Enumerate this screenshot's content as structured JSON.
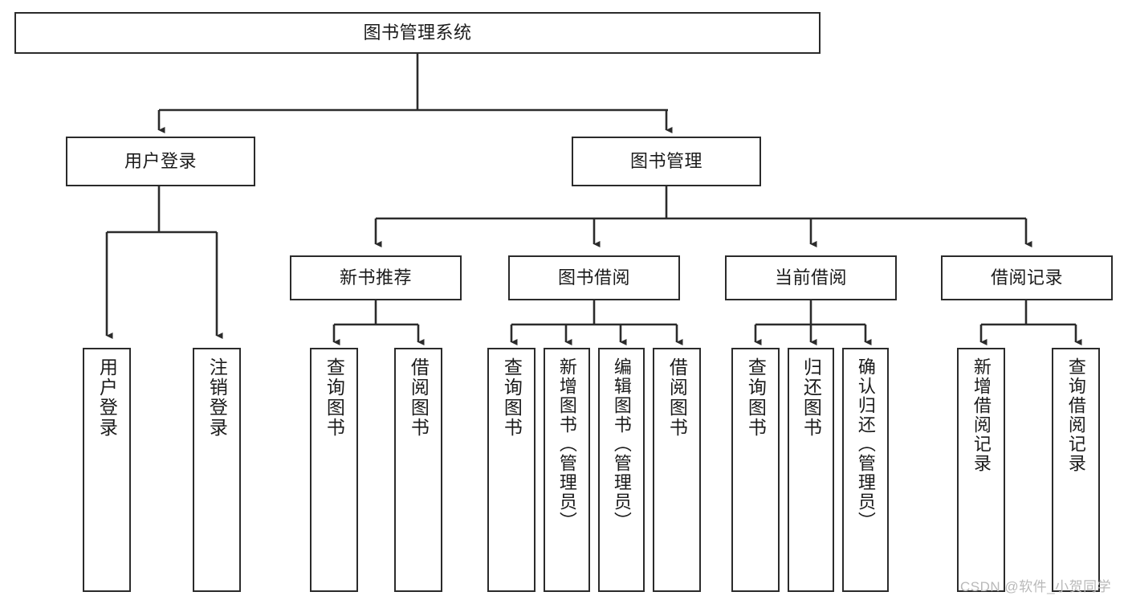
{
  "diagram": {
    "title": "图书管理系统",
    "type": "tree-hierarchy",
    "root": {
      "label": "图书管理系统"
    },
    "level2": [
      {
        "label": "用户登录"
      },
      {
        "label": "图书管理"
      }
    ],
    "level3": [
      {
        "label": "新书推荐"
      },
      {
        "label": "图书借阅"
      },
      {
        "label": "当前借阅"
      },
      {
        "label": "借阅记录"
      }
    ],
    "leaves": {
      "user_login": [
        {
          "label": "用户登录"
        },
        {
          "label": "注销登录"
        }
      ],
      "new_book_recommend": [
        {
          "label": "查询图书"
        },
        {
          "label": "借阅图书"
        }
      ],
      "book_borrow": [
        {
          "label": "查询图书"
        },
        {
          "label": "新增图书（管理员）"
        },
        {
          "label": "编辑图书（管理员）"
        },
        {
          "label": "借阅图书"
        }
      ],
      "current_borrow": [
        {
          "label": "查询图书"
        },
        {
          "label": "归还图书"
        },
        {
          "label": "确认归还（管理员）"
        }
      ],
      "borrow_record": [
        {
          "label": "新增借阅记录"
        },
        {
          "label": "查询借阅记录"
        }
      ]
    }
  },
  "watermark": {
    "text": "CSDN @软件_小贺同学"
  },
  "colors": {
    "stroke": "#2b2b2b",
    "background": "#ffffff",
    "text": "#1b1b1b",
    "watermark": "#b9b9b9"
  }
}
